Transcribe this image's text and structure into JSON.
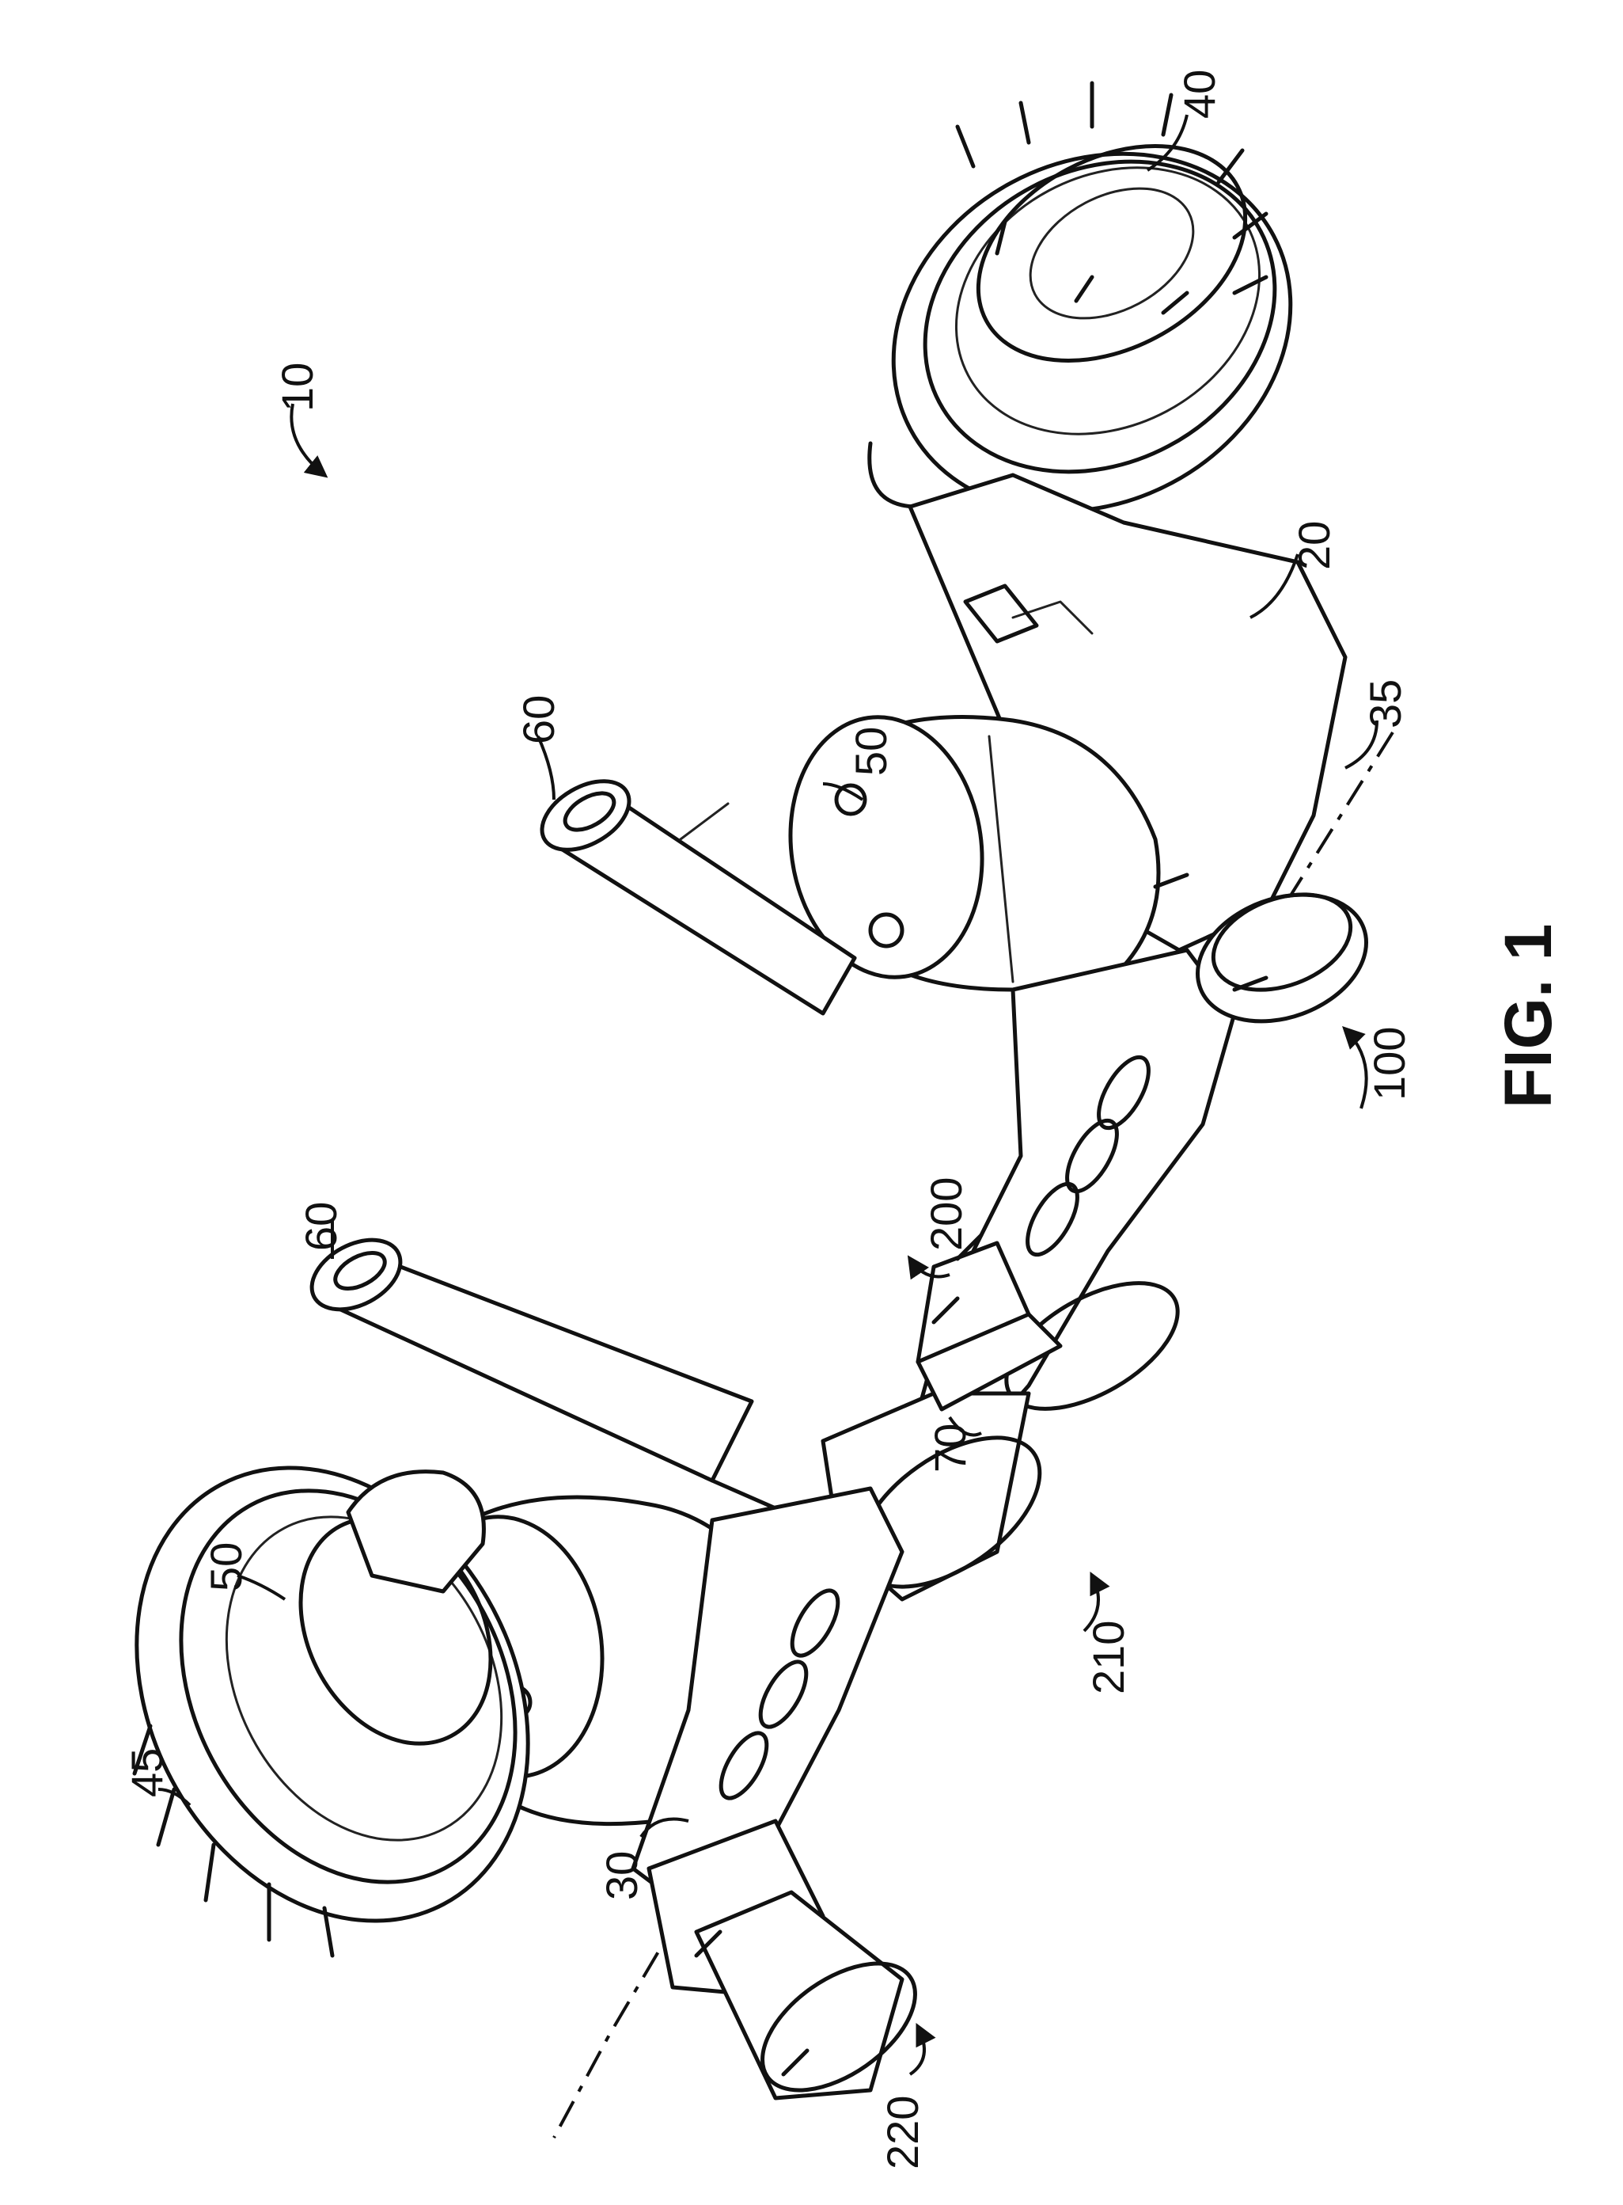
{
  "figure": {
    "title": "FIG. 1"
  },
  "labels": {
    "assembly": "10",
    "axle": "20",
    "beam": "30",
    "axis": "35",
    "hub_right": "40",
    "hub_left": "45",
    "air_spring_right": "50",
    "air_spring_left": "50",
    "shock_right": "60",
    "shock_left": "60",
    "tube": "70",
    "bracket_100": "100",
    "bracket_200": "200",
    "bracket_210": "210",
    "bracket_220": "220"
  }
}
